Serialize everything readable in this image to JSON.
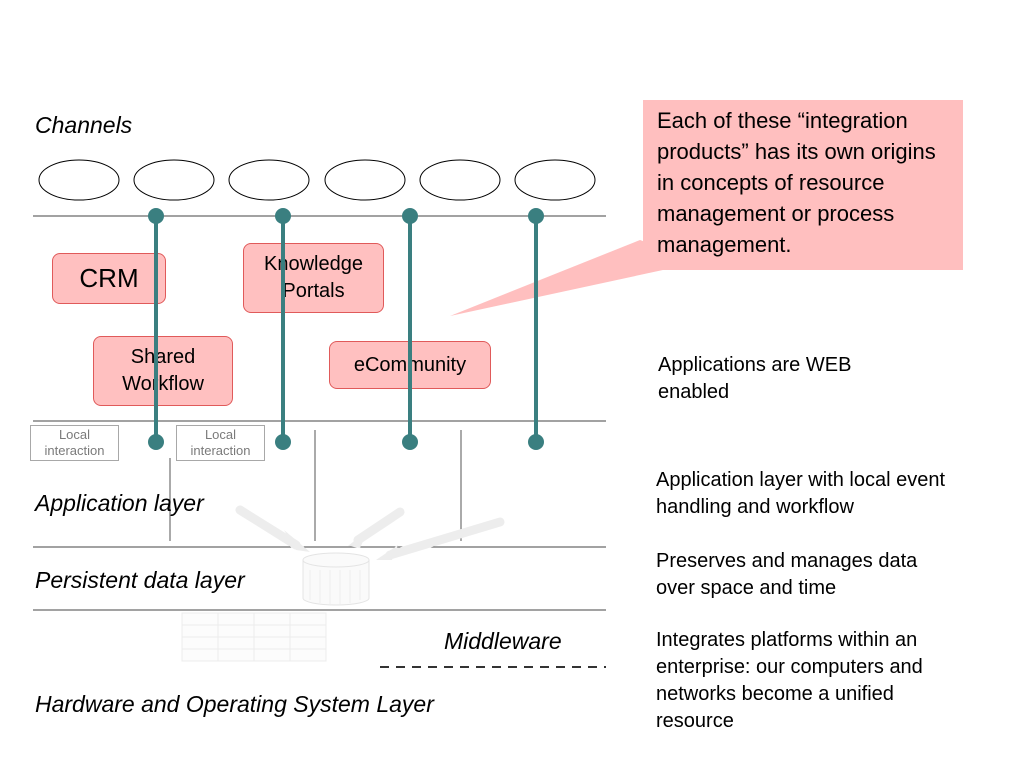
{
  "layers": {
    "channels": "Channels",
    "application": "Application layer",
    "persistent": "Persistent data layer",
    "middleware": "Middleware",
    "hardware": "Hardware and Operating System Layer"
  },
  "apps": {
    "crm": "CRM",
    "knowledge_portals": "Knowledge Portals",
    "shared_workflow": "Shared Workflow",
    "ecommunity": "eCommunity"
  },
  "local_interaction": [
    "Local interaction",
    "Local interaction"
  ],
  "callout": "Each of these “integration products” has its own origins in concepts of resource management or process management.",
  "notes": {
    "web_enabled": "Applications are WEB enabled",
    "app_layer": "Application layer with local event handling and workflow",
    "persistent": "Preserves and manages data over space and time",
    "middleware": "Integrates platforms within an enterprise: our computers and networks become a unified resource"
  },
  "colors": {
    "app_fill": "#ffc0c0",
    "app_border": "#e05a5a",
    "connector": "#3a7f80",
    "callout_fill": "#ffbfbf"
  }
}
